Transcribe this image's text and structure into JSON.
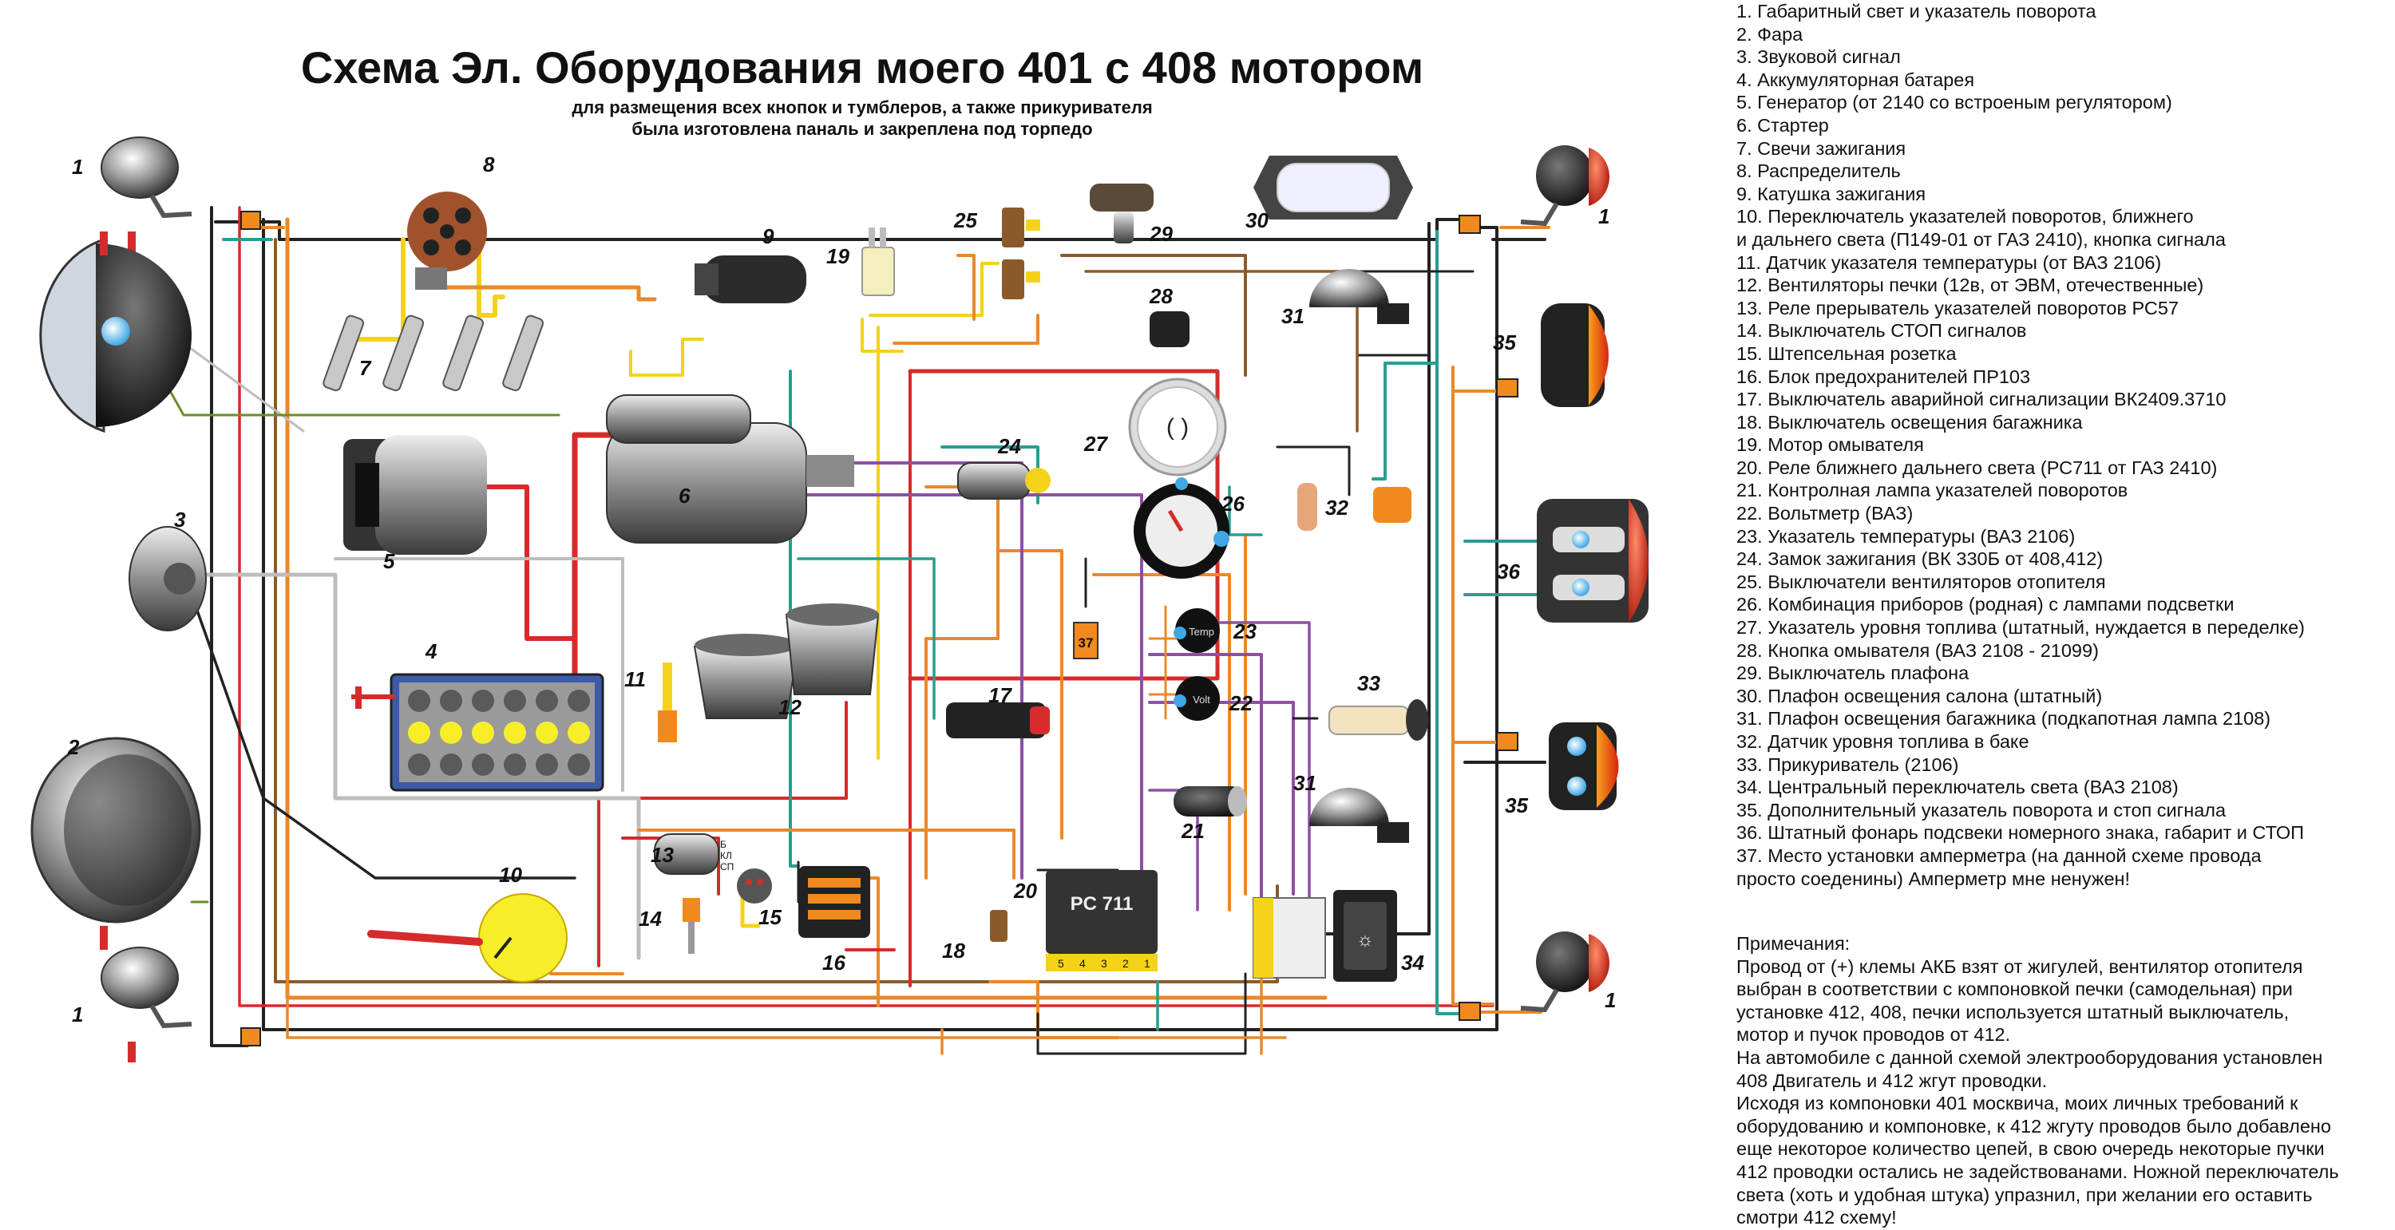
{
  "title": "Схема Эл. Оборудования моего 401 с 408 мотором",
  "subtitle_lines": [
    "для размещения всех кнопок и тумблеров, а также прикуривателя",
    "была изготовлена паналь и закреплена под торпедо"
  ],
  "labels": {
    "c1": "1",
    "c2": "2",
    "c3": "3",
    "c4": "4",
    "c5": "5",
    "c6": "6",
    "c7": "7",
    "c8": "8",
    "c9": "9",
    "c10": "10",
    "c11": "11",
    "c12": "12",
    "c13": "13",
    "c14": "14",
    "c15": "15",
    "c16": "16",
    "c17": "17",
    "c18": "18",
    "c19": "19",
    "c20": "20",
    "c21": "21",
    "c22": "22",
    "c23": "23",
    "c24": "24",
    "c25": "25",
    "c26": "26",
    "c27": "27",
    "c28": "28",
    "c29": "29",
    "c30": "30",
    "c31": "31",
    "c32": "32",
    "c33": "33",
    "c34": "34",
    "c35": "35",
    "c36": "36",
    "c37": "37",
    "relay": "PC 711",
    "gauge_temp": "Temp",
    "gauge_volt": "Volt",
    "relay_pins": [
      "5",
      "4",
      "3",
      "2",
      "1"
    ],
    "switch13_pins": [
      "Б",
      "КЛ",
      "СП"
    ]
  },
  "legend": [
    "1. Габаритный свет и указатель поворота",
    "2. Фара",
    "3. Звуковой сигнал",
    "4. Аккумуляторная батарея",
    "5. Генератор (от 2140 со встроеным регулятором)",
    "6. Стартер",
    "7. Свечи зажигания",
    "8. Распределитель",
    "9. Катушка зажигания",
    "10. Переключатель указателей поворотов, ближнего",
    "и дальнего света (П149-01 от ГАЗ 2410), кнопка сигнала",
    "11. Датчик указателя температуры (от ВАЗ 2106)",
    "12. Вентиляторы печки (12в, от ЭВМ, отечественные)",
    "13. Реле прерыватель указателей поворотов РС57",
    "14. Выключатель СТОП сигналов",
    "15. Штепсельная розетка",
    "16. Блок предохранителей ПР103",
    "17. Выключатель аварийной сигнализации ВК2409.3710",
    "18. Выключатель освещения багажника",
    "19. Мотор омывателя",
    "20. Реле ближнего дальнего света (РС711 от ГАЗ 2410)",
    "21. Контролная лампа указателей поворотов",
    "22. Вольтметр (ВАЗ)",
    "23. Указатель температуры (ВАЗ 2106)",
    "24. Замок зажигания (ВК 330Б от 408,412)",
    "25. Выключатели вентиляторов отопителя",
    "26. Комбинация приборов (родная) с лампами подсветки",
    "27. Указатель уровня топлива (штатный, нуждается в переделке)",
    "28. Кнопка омывателя (ВАЗ 2108 - 21099)",
    "29. Выключатель плафона",
    "30. Плафон освещения салона (штатный)",
    "31. Плафон освещения багажника (подкапотная лампа 2108)",
    "32. Датчик уровня топлива в баке",
    "33. Прикуриватель (2106)",
    "34. Центральный переключатель света (ВАЗ 2108)",
    "35. Дополнительный указатель поворота и стоп сигнала",
    "36. Штатный фонарь подсвеки номерного знака, габарит и СТОП",
    "37. Место установки амперметра (на данной схеме провода",
    "просто соеденины) Амперметр мне ненужен!"
  ],
  "notes": [
    "Примечания:",
    "Провод от (+) клемы АКБ взят от жигулей, вентилятор отопителя",
    "выбран в соответствии с компоновкой печки (самодельная) при",
    "установке 412, 408, печки используется штатный выключатель,",
    "мотор и пучок проводов от 412.",
    "На автомобиле с данной схемой электрооборудования  установлен",
    "408 Двигатель и 412 жгут проводки.",
    "Исходя из компоновки 401 москвича, моих личных требований к",
    "оборудованию и компоновке, к 412 жгуту проводов было добавлено",
    "еще некоторое количество цепей, в свою очередь некоторые пучки",
    "412 проводки остались не задействованами. Ножной переключатель",
    "света (хоть и удобная штука) упразнил, при желании его оставить",
    "смотри 412 схему!"
  ],
  "colors": {
    "wire_red": "#d62b2b",
    "wire_orange": "#e8892b",
    "wire_yellow": "#f5d21a",
    "wire_black": "#222222",
    "wire_brown": "#8b5a2b",
    "wire_teal": "#2a9d8f",
    "wire_purple": "#8e4fa3",
    "wire_grey": "#bdbdbd",
    "wire_green": "#6b8e23",
    "battery_blue": "#3c5aa6",
    "cap_yellow": "#f7ee2a",
    "connector_orange": "#f08a1e"
  }
}
